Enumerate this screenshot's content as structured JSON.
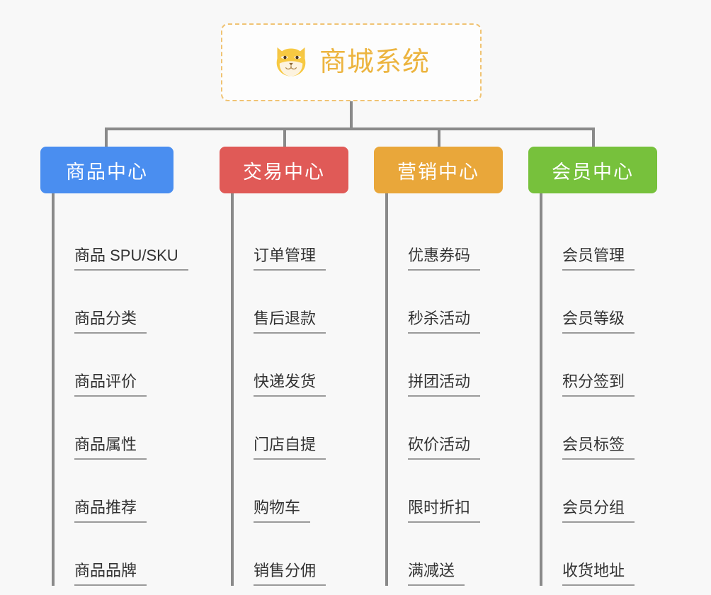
{
  "diagram": {
    "type": "organization-tree",
    "background_color": "#f8f8f8",
    "root": {
      "title": "商城系统",
      "icon": "shiba-dog-icon",
      "title_color": "#ecb43f",
      "border_color": "#f0c373",
      "background_color": "#fdfdfd"
    },
    "connector_color": "#8a8a8a",
    "branches": [
      {
        "label": "商品中心",
        "color": "#4a8ef0",
        "children": [
          "商品 SPU/SKU",
          "商品分类",
          "商品评价",
          "商品属性",
          "商品推荐",
          "商品品牌"
        ]
      },
      {
        "label": "交易中心",
        "color": "#e05a57",
        "children": [
          "订单管理",
          "售后退款",
          "快递发货",
          "门店自提",
          "购物车",
          "销售分佣"
        ]
      },
      {
        "label": "营销中心",
        "color": "#e9a73a",
        "children": [
          "优惠券码",
          "秒杀活动",
          "拼团活动",
          "砍价活动",
          "限时折扣",
          "满减送"
        ]
      },
      {
        "label": "会员中心",
        "color": "#77c13c",
        "children": [
          "会员管理",
          "会员等级",
          "积分签到",
          "会员标签",
          "会员分组",
          "收货地址"
        ]
      }
    ]
  }
}
